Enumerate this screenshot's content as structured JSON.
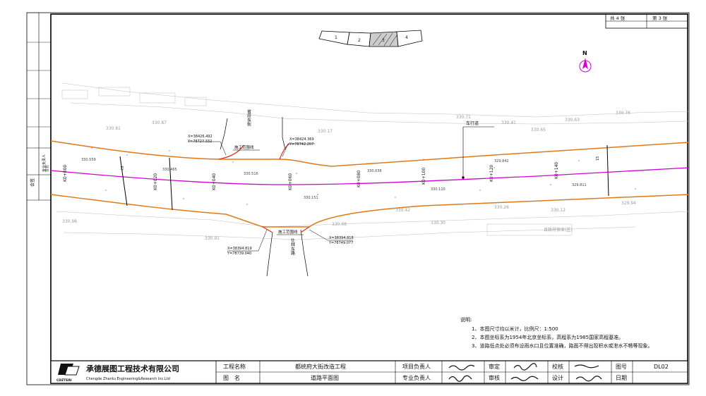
{
  "sheet": {
    "total": "共 4 张",
    "current": "第 3 张"
  },
  "key_plan": {
    "segments": [
      "1",
      "2",
      "3",
      "4"
    ]
  },
  "north": {
    "label": "N"
  },
  "left_strip": {
    "labels": [
      "会签",
      "专业负责人",
      "签名"
    ]
  },
  "streets": {
    "north_side": "省府东街",
    "south_side": "仕林东路",
    "lane_label": "车行道",
    "government_label": "县政府宿舍(区)"
  },
  "construction_boundary_label": "施工范围线",
  "coordinates": [
    {
      "x": "X=38426.492",
      "y": "Y=78727.332"
    },
    {
      "x": "X=38424.369",
      "y": "Y=78742.207"
    },
    {
      "x": "X=38394.819",
      "y": "Y=78739.040"
    },
    {
      "x": "X=38394.818",
      "y": "Y=78749.077"
    }
  ],
  "stations": [
    "K0+000",
    "K0+020",
    "K0+040",
    "K0+060",
    "K0+080",
    "K0+100",
    "K0+120",
    "K0+140"
  ],
  "elevations": {
    "top": [
      "330.81",
      "330.87",
      "330.17",
      "330.71",
      "330.41",
      "330.65",
      "330.63",
      "330.76"
    ],
    "road": [
      "330.559",
      "330.465",
      "330.516",
      "330.151",
      "330.036",
      "330.110",
      "329.842",
      "329.811"
    ],
    "bottom": [
      "330.98",
      "330.91",
      "330.68",
      "330.42",
      "330.30",
      "330.26",
      "330.12",
      "329.94"
    ]
  },
  "widths": [
    "15",
    "15"
  ],
  "notes": {
    "title": "说明:",
    "items": [
      "1、本图尺寸均以米计，比例尺：1:500",
      "2、本图坐标系为1954年北京坐标系，高程系为1985国家高程基准。",
      "3、道路低点处必须布设雨水口且位置准确，路面不得出现积水或泄水不畅等现象。"
    ]
  },
  "title_block": {
    "company_cn": "承德展图工程技术有限公司",
    "company_en": "Chengde Zhantu Engineering&Research Inc.Ltd",
    "logo_text": "CDZTERI",
    "project_name_label": "工程名称",
    "project_name": "都统府大街改造工程",
    "drawing_name_label": "图　名",
    "drawing_name": "道路平面图",
    "project_lead_label": "项目负责人",
    "discipline_lead_label": "专业负责人",
    "reviewed_label": "审定",
    "checked_label": "审核",
    "proofread_label": "校核",
    "design_label": "设计",
    "drawing_no_label": "图号",
    "drawing_no": "DL02",
    "date_label": "日期"
  },
  "colors": {
    "centerline": "#d400d4",
    "edge": "#e07818",
    "boundary": "#e03010",
    "frame": "#000000"
  }
}
